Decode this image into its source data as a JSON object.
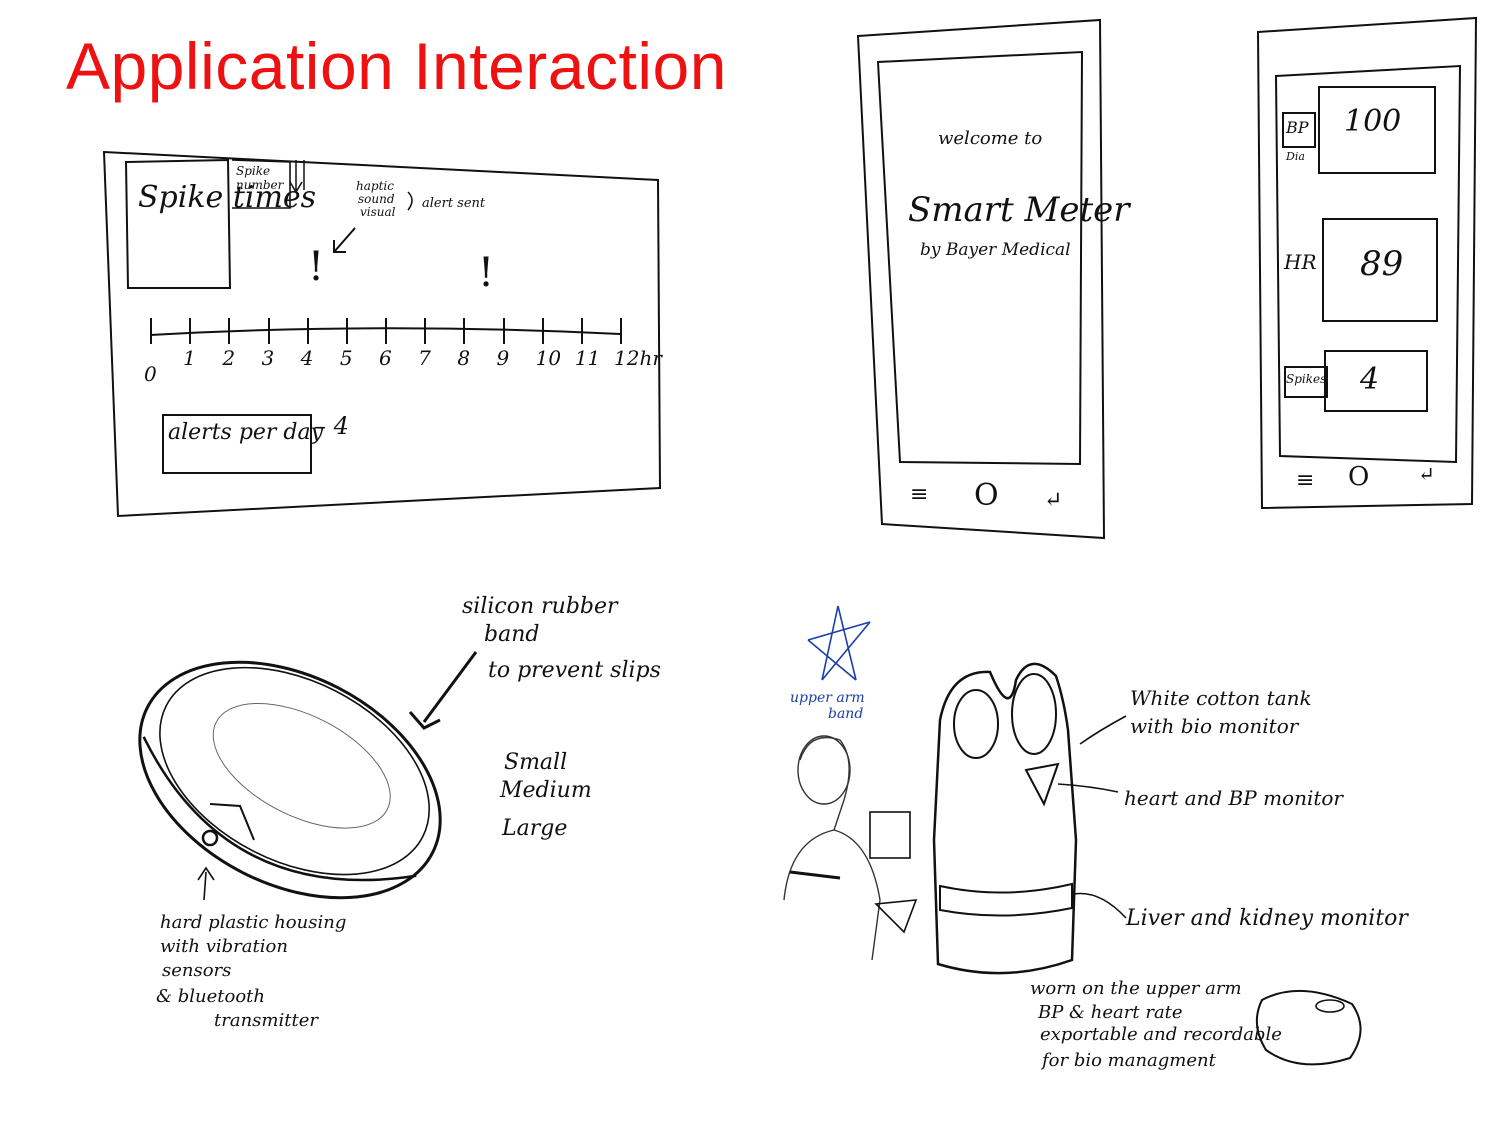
{
  "title": "Application Interaction",
  "timeline_panel": {
    "spike_times_label": "Spike times",
    "spike_number_label": "Spike number",
    "alert_types": [
      "haptic",
      "sound",
      "visual"
    ],
    "alert_sent": "alert sent",
    "alert_mark": "!",
    "ticks": [
      "0",
      "1",
      "2",
      "3",
      "4",
      "5",
      "6",
      "7",
      "8",
      "9",
      "10",
      "11",
      "12hr"
    ],
    "alerts_label": "alerts per day",
    "alerts_value": "– 4"
  },
  "welcome_phone": {
    "welcome": "welcome to",
    "app_name": "Smart Meter",
    "by": "by Bayer Medical",
    "nav": [
      "≡",
      "O",
      "↵"
    ]
  },
  "stats_phone": {
    "rows": [
      {
        "label": "BP",
        "sub": "Dia",
        "value": "100"
      },
      {
        "label": "HR",
        "sub": "",
        "value": "89"
      },
      {
        "label": "Spikes",
        "sub": "",
        "value": "4"
      }
    ],
    "nav": [
      "≡",
      "O",
      "↵"
    ]
  },
  "band_sketch": {
    "rubber_note": [
      "silicon rubber",
      "band",
      "to prevent slips"
    ],
    "sizes": [
      "Small",
      "Medium",
      "Large"
    ],
    "housing_note": [
      "hard plastic housing",
      "with vibration",
      "sensors",
      "& bluetooth",
      "transmitter"
    ]
  },
  "vest_sketch": {
    "upper_arm": [
      "upper arm",
      "band"
    ],
    "tank_note": [
      "White cotton tank",
      "with bio monitor"
    ],
    "heart_note": "heart and BP monitor",
    "liver_note": "Liver and kidney monitor",
    "worn_note": [
      "worn on the upper arm",
      "BP & heart rate",
      "exportable and recordable",
      "for bio managment"
    ]
  }
}
